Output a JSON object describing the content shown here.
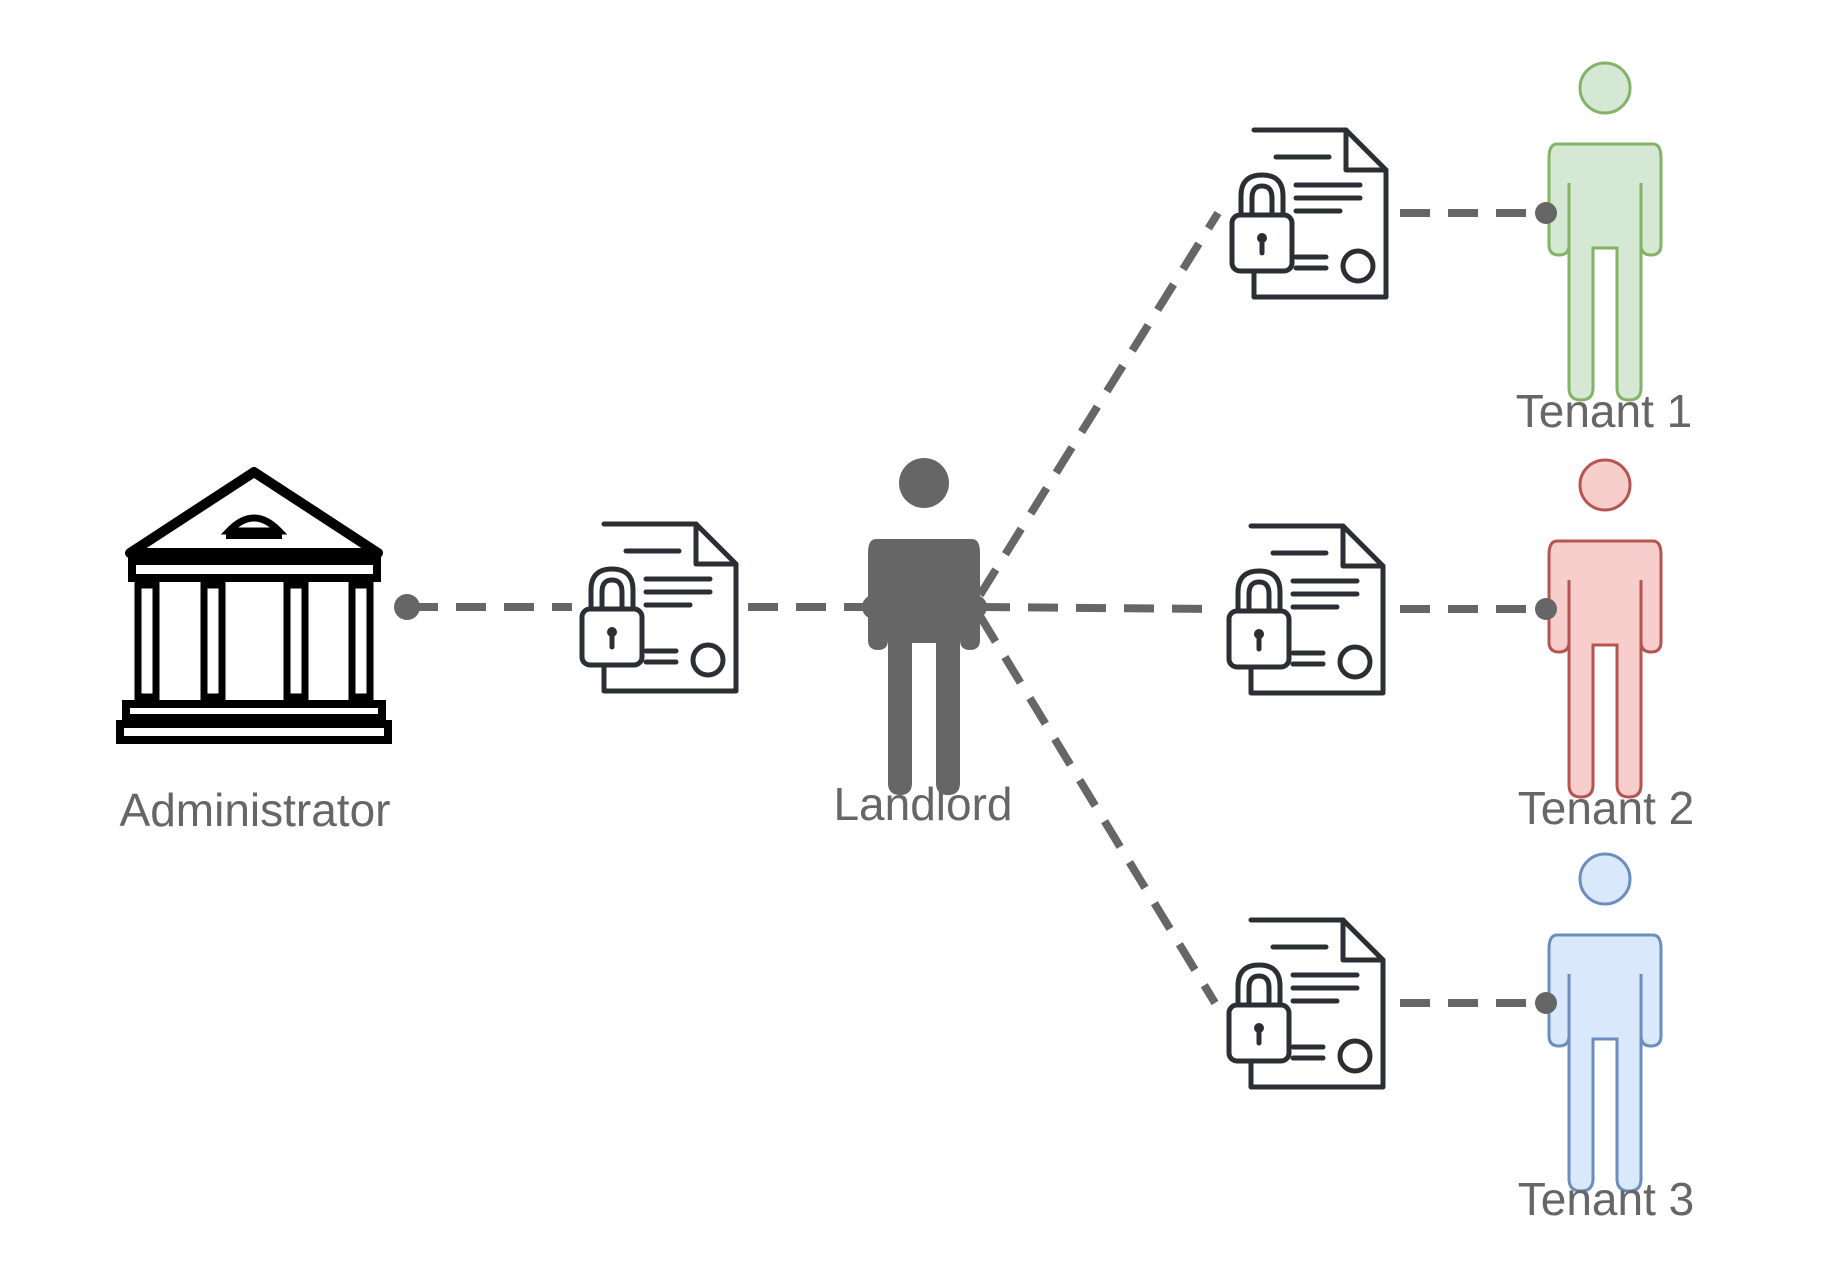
{
  "nodes": {
    "administrator": {
      "label": "Administrator"
    },
    "landlord": {
      "label": "Landlord"
    },
    "tenants": [
      {
        "label": "Tenant 1",
        "fill": "#d5e8d4",
        "stroke": "#82b366"
      },
      {
        "label": "Tenant 2",
        "fill": "#f8cecc",
        "stroke": "#b85450"
      },
      {
        "label": "Tenant 3",
        "fill": "#dae8fc",
        "stroke": "#6c8ebf"
      }
    ]
  },
  "colors": {
    "connector": "#666666",
    "landlord_fill": "#666666",
    "icon_stroke": "#2b2f33",
    "text": "#666666"
  },
  "icons": {
    "administrator": "bank-building-icon",
    "contract": "locked-contract-icon",
    "person": "person-icon"
  }
}
